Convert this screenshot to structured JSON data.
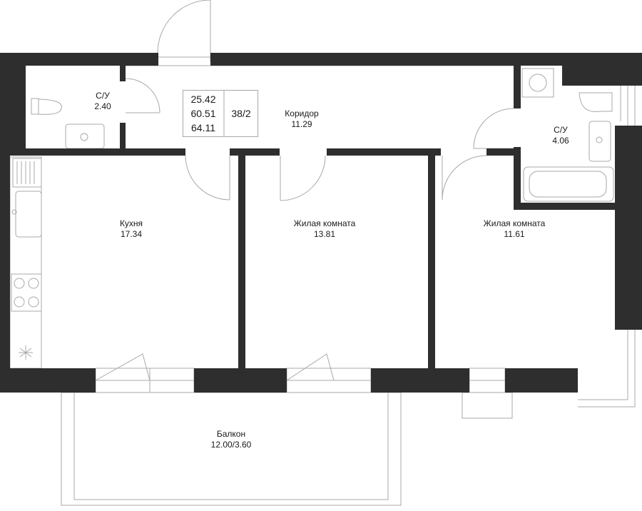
{
  "plan": {
    "summary": {
      "living_area": "25.42",
      "total_area": "60.51",
      "total_with_balcony": "64.11",
      "apartment_code": "38/2"
    },
    "rooms": [
      {
        "id": "bath-small",
        "name": "С/У",
        "area": "2.40"
      },
      {
        "id": "corridor",
        "name": "Коридор",
        "area": "11.29"
      },
      {
        "id": "bath-large",
        "name": "С/У",
        "area": "4.06"
      },
      {
        "id": "kitchen",
        "name": "Кухня",
        "area": "17.34"
      },
      {
        "id": "living-1",
        "name": "Жилая комната",
        "area": "13.81"
      },
      {
        "id": "living-2",
        "name": "Жилая комната",
        "area": "11.61"
      },
      {
        "id": "balcony",
        "name": "Балкон",
        "area": "12.00/3.60"
      }
    ],
    "colors": {
      "wall": "#2e2e2e",
      "line": "#a8a8a8",
      "text": "#1a1a1a"
    }
  }
}
